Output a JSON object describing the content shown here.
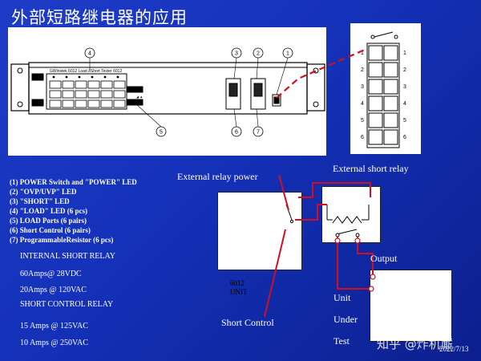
{
  "title": "外部短路继电器的应用",
  "panel_callouts": [
    "4",
    "3",
    "2",
    "1",
    "5",
    "6",
    "7"
  ],
  "relay_numbers_left": [
    "1",
    "2",
    "3",
    "4",
    "5",
    "6"
  ],
  "relay_numbers_right": [
    "1",
    "2",
    "3",
    "4",
    "5",
    "6"
  ],
  "legend": [
    "(1)  POWER Switch and \"POWER\" LED",
    "(2)   \"OVP/UVP\" LED",
    "(3)   \"SHORT\" LED",
    "(4)   \"LOAD\" LED (6 pcs)",
    "(5)   LOAD Ports (6 pairs)",
    "(6)    Short Control (6 pairs)",
    "(7)  ProgrammableResistor (6 pcs)"
  ],
  "specs": [
    "INTERNAL SHORT RELAY",
    "60Amps@ 28VDC",
    "20Amps @ 120VAC",
    "SHORT CONTROL RELAY",
    "15 Amps @ 125VAC",
    "10 Amps @ 250VAC"
  ],
  "labels": {
    "external_relay_power": "External  relay  power",
    "external_short_relay": "External  short relay",
    "output": "Output",
    "unit_line1": "6012",
    "unit_line2": "UNIT",
    "short_control": "Short Control",
    "uut_line1": "Unit",
    "uut_line2": "Under",
    "uut_line3": "Test"
  },
  "watermark": "知乎 @炸机厮",
  "date": "2022/7/13",
  "colors": {
    "background": "#1a36c0",
    "wire": "#d01020",
    "panel": "#ffffff"
  }
}
